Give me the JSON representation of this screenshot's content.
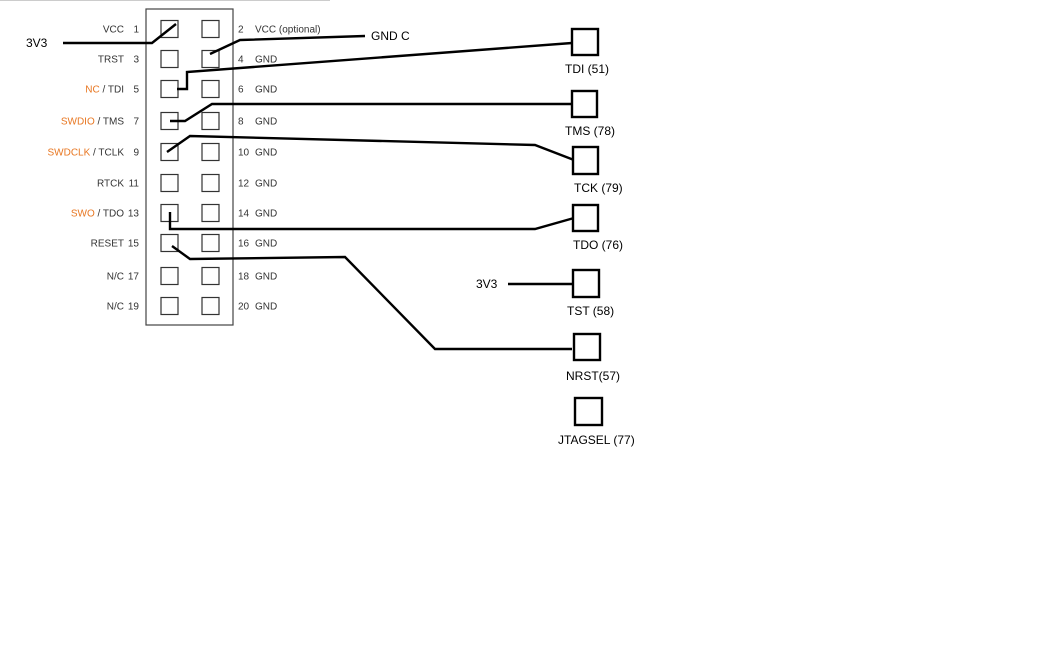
{
  "header_rows": [
    {
      "left": {
        "orange": "",
        "black": "VCC",
        "num": "1"
      },
      "right": {
        "num": "2",
        "label": "VCC (optional)"
      }
    },
    {
      "left": {
        "orange": "",
        "black": "TRST",
        "num": "3"
      },
      "right": {
        "num": "4",
        "label": "GND"
      }
    },
    {
      "left": {
        "orange": "NC",
        "black": " / TDI",
        "num": "5"
      },
      "right": {
        "num": "6",
        "label": "GND"
      }
    },
    {
      "left": {
        "orange": "SWDIO",
        "black": " / TMS",
        "num": "7"
      },
      "right": {
        "num": "8",
        "label": "GND"
      }
    },
    {
      "left": {
        "orange": "SWDCLK",
        "black": " / TCLK",
        "num": "9"
      },
      "right": {
        "num": "10",
        "label": "GND"
      }
    },
    {
      "left": {
        "orange": "",
        "black": "RTCK",
        "num": "11"
      },
      "right": {
        "num": "12",
        "label": "GND"
      }
    },
    {
      "left": {
        "orange": "SWO",
        "black": " / TDO",
        "num": "13"
      },
      "right": {
        "num": "14",
        "label": "GND"
      }
    },
    {
      "left": {
        "orange": "",
        "black": "RESET",
        "num": "15"
      },
      "right": {
        "num": "16",
        "label": "GND"
      }
    },
    {
      "left": {
        "orange": "",
        "black": "N/C",
        "num": "17"
      },
      "right": {
        "num": "18",
        "label": "GND"
      }
    },
    {
      "left": {
        "orange": "",
        "black": "N/C",
        "num": "19"
      },
      "right": {
        "num": "20",
        "label": "GND"
      }
    }
  ],
  "free_labels": {
    "left_3v3": "3V3",
    "gnd_c": "GND  C",
    "tst_3v3": "3V3"
  },
  "target_pads": [
    {
      "label": "TDI  (51)"
    },
    {
      "label": "TMS (78)"
    },
    {
      "label": "TCK  (79)"
    },
    {
      "label": "TDO (76)"
    },
    {
      "label": "TST (58)"
    },
    {
      "label": "NRST(57)"
    },
    {
      "label": "JTAGSEL (77)"
    }
  ],
  "colors": {
    "signal_highlight": "#e87722",
    "wire": "#000000",
    "pin_text": "#333333"
  }
}
